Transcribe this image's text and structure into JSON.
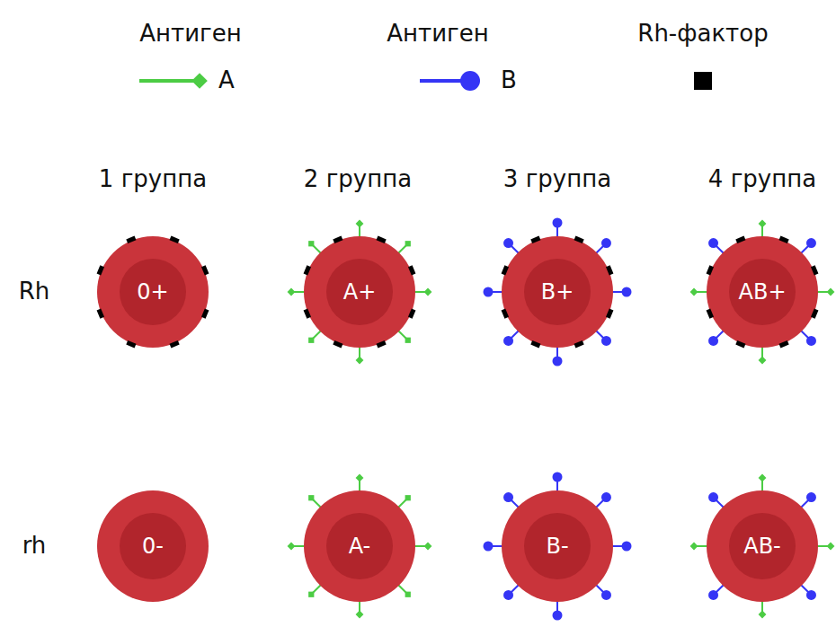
{
  "diagram": {
    "nodes": [
      {
        "text": [
          "0+"
        ]
      },
      {
        "text": [
          "A+"
        ]
      },
      {
        "text": [
          "B+"
        ]
      },
      {
        "text": [
          "AB+"
        ]
      },
      {
        "text": [
          "0-"
        ]
      },
      {
        "text": [
          "A-"
        ]
      },
      {
        "text": [
          "B-"
        ]
      },
      {
        "text": [
          "AB-"
        ]
      }
    ],
    "labels": [
      "Антиген",
      "Антиген",
      "1 группа",
      "2 группа",
      "3 группа",
      "4 группа",
      "Rh",
      "rh"
    ],
    "legend": [
      {
        "text": "A"
      },
      {
        "text": "B"
      },
      {
        "text": "Rh-фактор",
        "color": "#000000"
      }
    ]
  }
}
